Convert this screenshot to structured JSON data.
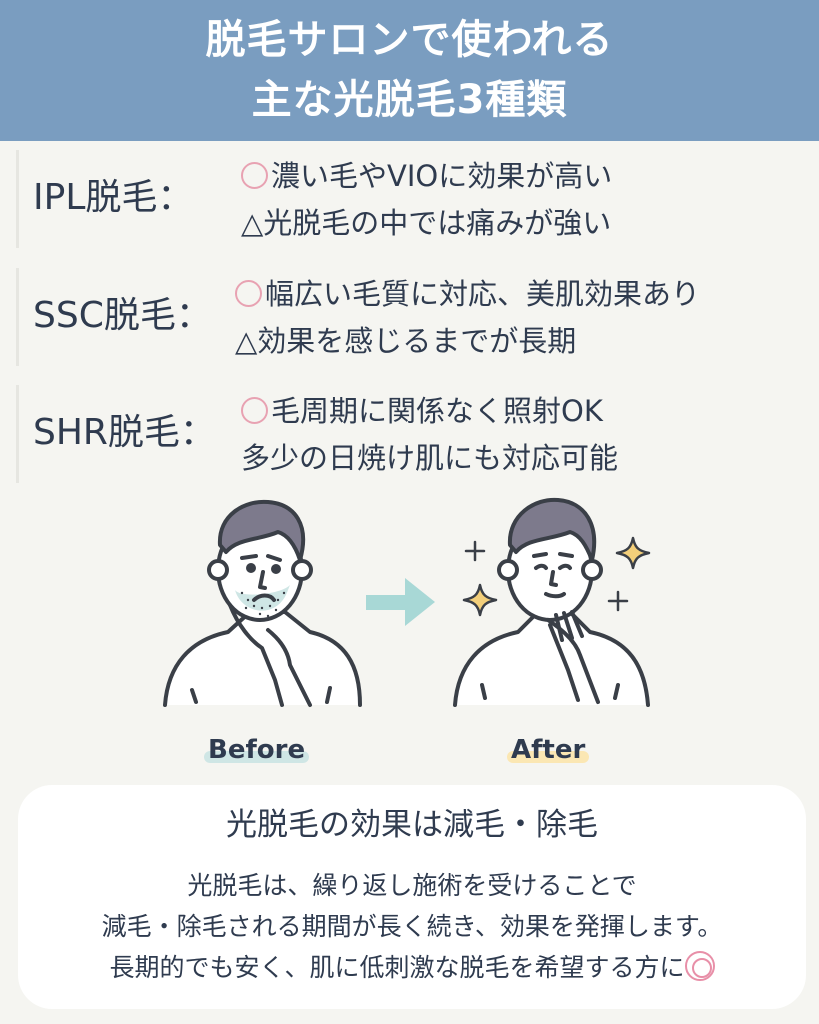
{
  "header": {
    "title_line1": "脱毛サロンで使われる",
    "title_line2": "主な光脱毛3種類",
    "background": "#7a9dc0"
  },
  "types": [
    {
      "label": "IPL脱毛：",
      "lines": [
        {
          "mark": "circle",
          "text": "濃い毛やVIOに効果が高い"
        },
        {
          "mark": "triangle",
          "text": "△光脱毛の中では痛みが強い"
        }
      ]
    },
    {
      "label": "SSC脱毛：",
      "lines": [
        {
          "mark": "circle",
          "text": "幅広い毛質に対応、美肌効果あり"
        },
        {
          "mark": "triangle",
          "text": "△効果を感じるまでが長期"
        }
      ]
    },
    {
      "label": "SHR脱毛：",
      "lines": [
        {
          "mark": "circle",
          "text": "毛周期に関係なく照射OK"
        },
        {
          "mark": "none",
          "text": "多少の日焼け肌にも対応可能"
        }
      ]
    }
  ],
  "illustration": {
    "before_label": "Before",
    "after_label": "After",
    "arrow_color": "#a8d8d6",
    "before_highlight": "#cfe6e5",
    "after_highlight": "#fbe7b3",
    "sparkle_color": "#f3cf7a",
    "hair_color": "#7d7a8c",
    "line_color": "#3a3f47"
  },
  "summary": {
    "title": "光脱毛の効果は減毛・除毛",
    "body_line1": "光脱毛は、繰り返し施術を受けることで",
    "body_line2": "減毛・除毛される期間が長く続き、効果を発揮します。",
    "body_line3": "長期的でも安く、肌に低刺激な脱毛を希望する方に"
  },
  "colors": {
    "background": "#f5f5f1",
    "text": "#2f3b4f",
    "circle_mark": "#e8a2b2"
  }
}
